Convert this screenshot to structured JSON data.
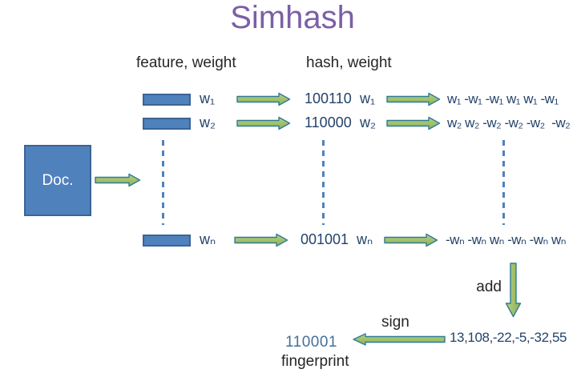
{
  "title": "Simhash",
  "headers": {
    "feature_weight": "feature, weight",
    "hash_weight": "hash, weight"
  },
  "doc_box": {
    "label": "Doc."
  },
  "rows": [
    {
      "feature_label": "w₁",
      "hash": "100110",
      "hash_weight": "w₁",
      "expansion": "w₁ -w₁ -w₁ w₁ w₁ -w₁"
    },
    {
      "feature_label": "w₂",
      "hash": "110000",
      "hash_weight": "w₂",
      "expansion": "w₂ w₂ -w₂ -w₂ -w₂  -w₂"
    },
    {
      "feature_label": "wₙ",
      "hash": "001001",
      "hash_weight": "wₙ",
      "expansion": "-wₙ -wₙ wₙ -wₙ -wₙ wₙ"
    }
  ],
  "aggregate": {
    "add_label": "add",
    "sum_vector": "13,108,-22,-5,-32,55",
    "sign_label": "sign",
    "fingerprint_value": "110001",
    "fingerprint_label": "fingerprint"
  },
  "colors": {
    "title_purple": "#7B5FA6",
    "shape_blue": "#4F81BD",
    "shape_border": "#3A6496",
    "arrow_green": "#9BBB59",
    "arrow_border": "#2F7C95",
    "text_navy": "#24436B",
    "fingerprint_blue": "#44709B",
    "text_dark": "#262626"
  }
}
